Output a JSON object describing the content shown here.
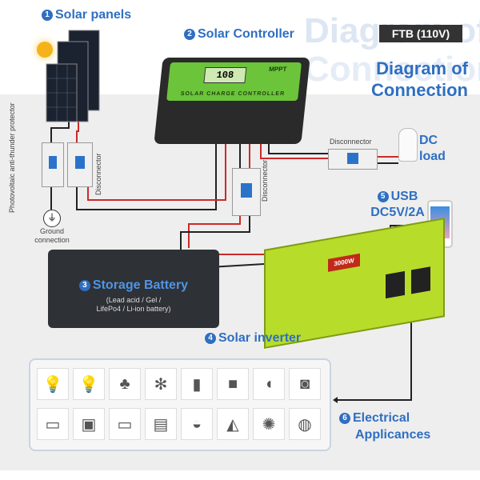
{
  "components": {
    "solar_panels": {
      "num": "1",
      "label": "Solar panels"
    },
    "controller": {
      "num": "2",
      "label": "Solar Controller",
      "screen_text": "108",
      "device_text": "SOLAR CHARGE CONTROLLER",
      "brand": "MPPT"
    },
    "storage": {
      "num": "3",
      "label": "Storage Battery",
      "sub1": "(Lead acid / Gel /",
      "sub2": "LifePo4 / Li-ion battery)"
    },
    "inverter": {
      "num": "4",
      "label": "Solar inverter",
      "display": "3000W"
    },
    "usb": {
      "num": "5",
      "label1": "USB",
      "label2": "DC5V/2A"
    },
    "appliances": {
      "num": "6",
      "label1": "Electrical",
      "label2": "Applicances"
    }
  },
  "model_badge": "FTB (110V)",
  "title": {
    "line1": "Diagram of",
    "line2": "Connection"
  },
  "watermark": {
    "line1": "Diagram of",
    "line2": "Connection"
  },
  "annotations": {
    "pv_protector": "Photovoltaic anti-thunder protector",
    "disconnector_a": "Disconnector",
    "disconnector_b": "Disconnector",
    "disconnector_c": "Disconnector",
    "ground1": "Ground",
    "ground2": "connection",
    "dc1": "DC",
    "dc2": "load"
  },
  "appliance_icons": [
    "cfl-bulb",
    "light-bulb",
    "table-lamp",
    "fan",
    "phone",
    "camcorder",
    "hair-dryer",
    "camera",
    "tv",
    "desktop-pc",
    "laptop",
    "printer",
    "rice-cooker",
    "iron",
    "desk-fan",
    "kettle"
  ],
  "colors": {
    "accent": "#2f6fc1",
    "wire_red": "#cc2a2a",
    "wire_black": "#222222",
    "controller_green": "#6bc43a",
    "inverter_green": "#b8dc2a"
  }
}
